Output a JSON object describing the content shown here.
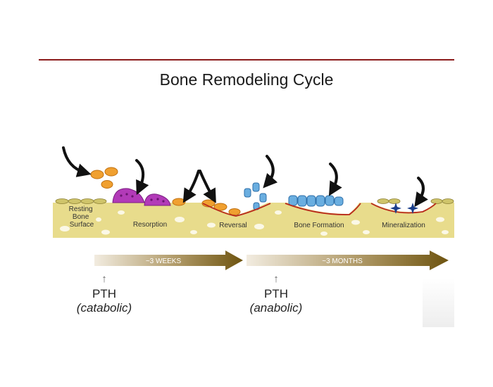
{
  "title": "Bone Remodeling Cycle",
  "stages": [
    {
      "label_lines": [
        "Resting",
        "Bone",
        "Surface"
      ]
    },
    {
      "label_lines": [
        "Resorption"
      ]
    },
    {
      "label_lines": [
        "Reversal"
      ]
    },
    {
      "label_lines": [
        "Bone Formation"
      ]
    },
    {
      "label_lines": [
        "Mineralization"
      ]
    }
  ],
  "timeline": [
    {
      "label": "~3 WEEKS"
    },
    {
      "label": "~3 MONTHS"
    }
  ],
  "pth": [
    {
      "label": "PTH",
      "qualifier": "(catabolic)"
    },
    {
      "label": "PTH",
      "qualifier": "(anabolic)"
    }
  ],
  "colors": {
    "rule": "#8b1a1a",
    "bone": "#e8dc8c",
    "bone_hole": "#fbf8e6",
    "osteoclast": "#b23ab8",
    "osteoclast_precursor": "#f0a030",
    "osteoblast": "#6aaee0",
    "cement_line": "#b8281c",
    "arrow_band": "#7a5a10"
  }
}
